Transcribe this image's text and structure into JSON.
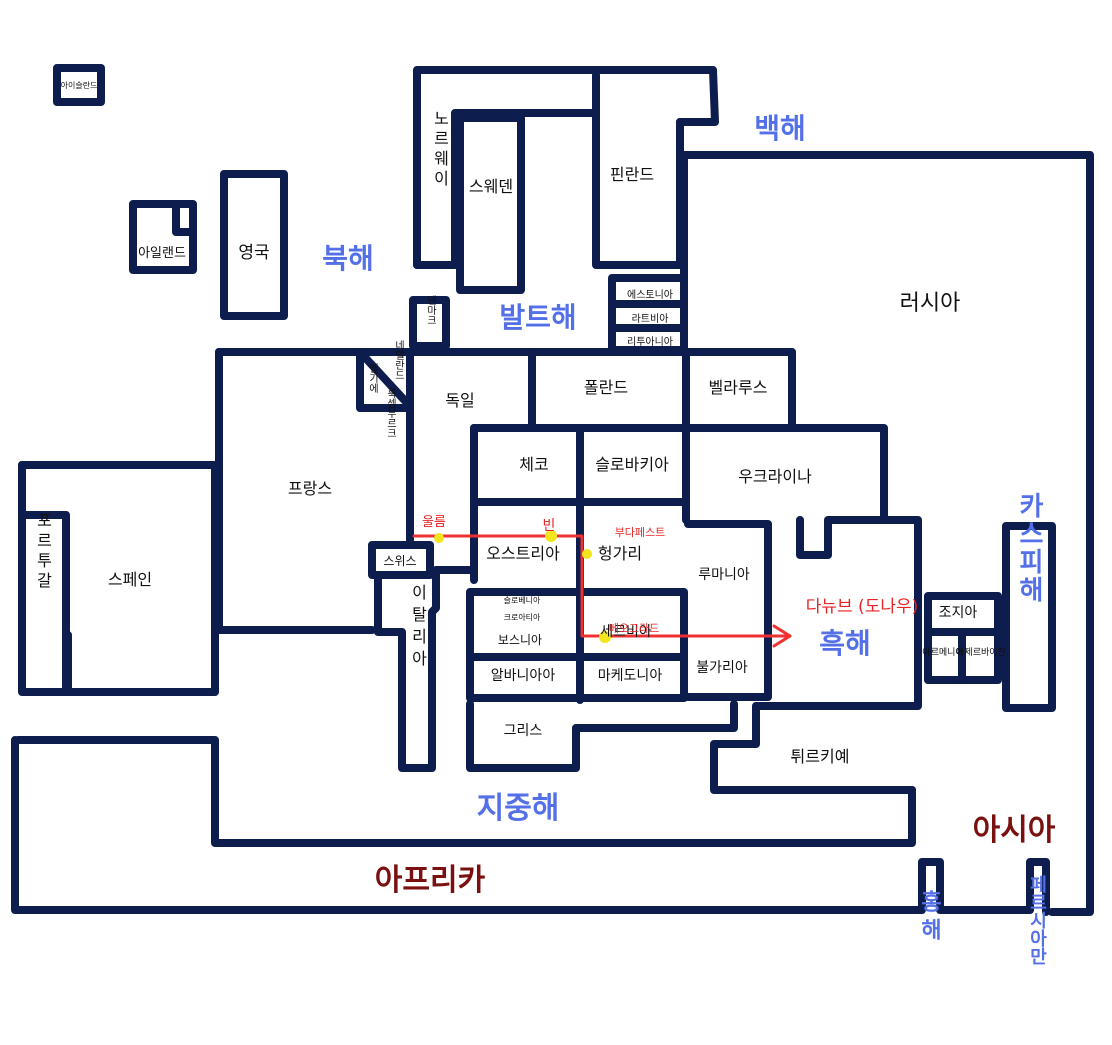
{
  "countries": {
    "iceland": "아이슬란드",
    "ireland": "아일랜드",
    "uk": "영국",
    "norway": "노르웨이",
    "sweden": "스웨덴",
    "finland": "핀란드",
    "estonia": "에스토니아",
    "latvia": "라트비아",
    "lithuania": "리투아니아",
    "russia": "러시아",
    "denmark": "덴마크",
    "netherlands": "네덜란드",
    "belgium": "벨기에",
    "luxembourg": "룩셈부르크",
    "germany": "독일",
    "poland": "폴란드",
    "belarus": "벨라루스",
    "france": "프랑스",
    "czech": "체코",
    "slovakia": "슬로바키아",
    "ukraine": "우크라이나",
    "spain": "스페인",
    "portugal": "포르투갈",
    "switzerland": "스위스",
    "austria": "오스트리아",
    "hungary": "헝가리",
    "romania": "루마니아",
    "georgia": "조지아",
    "armenia": "아르메니아",
    "azerbaijan": "아제르바이잔",
    "slovenia": "슬로베니아",
    "croatia": "크로아티아",
    "bosnia": "보스니아",
    "serbia": "세르비아",
    "albania": "알바니아아",
    "macedonia": "마케도니아",
    "bulgaria": "불가리아",
    "italy": "이탈리아",
    "greece": "그리스",
    "turkey": "튀르키예"
  },
  "seas": {
    "white_sea": "백해",
    "north_sea": "북해",
    "baltic_sea": "발트해",
    "black_sea": "흑해",
    "caspian_sea": "카스피해",
    "mediterranean": "지중해",
    "red_sea": "홍해",
    "persian_gulf": "페르시아만"
  },
  "continents": {
    "africa": "아프리카",
    "asia": "아시아"
  },
  "annotations": {
    "vienna": "빈",
    "ulm": "울름",
    "budapest": "부다페스트",
    "belgrade": "베오그라드",
    "danube": "다뉴브 (도나우)"
  },
  "colors": {
    "border": "#0d1d4d",
    "sea_label": "#5470e8",
    "continent_label": "#7a1010",
    "route": "#ef3030",
    "city_dot": "#f2e51b"
  }
}
